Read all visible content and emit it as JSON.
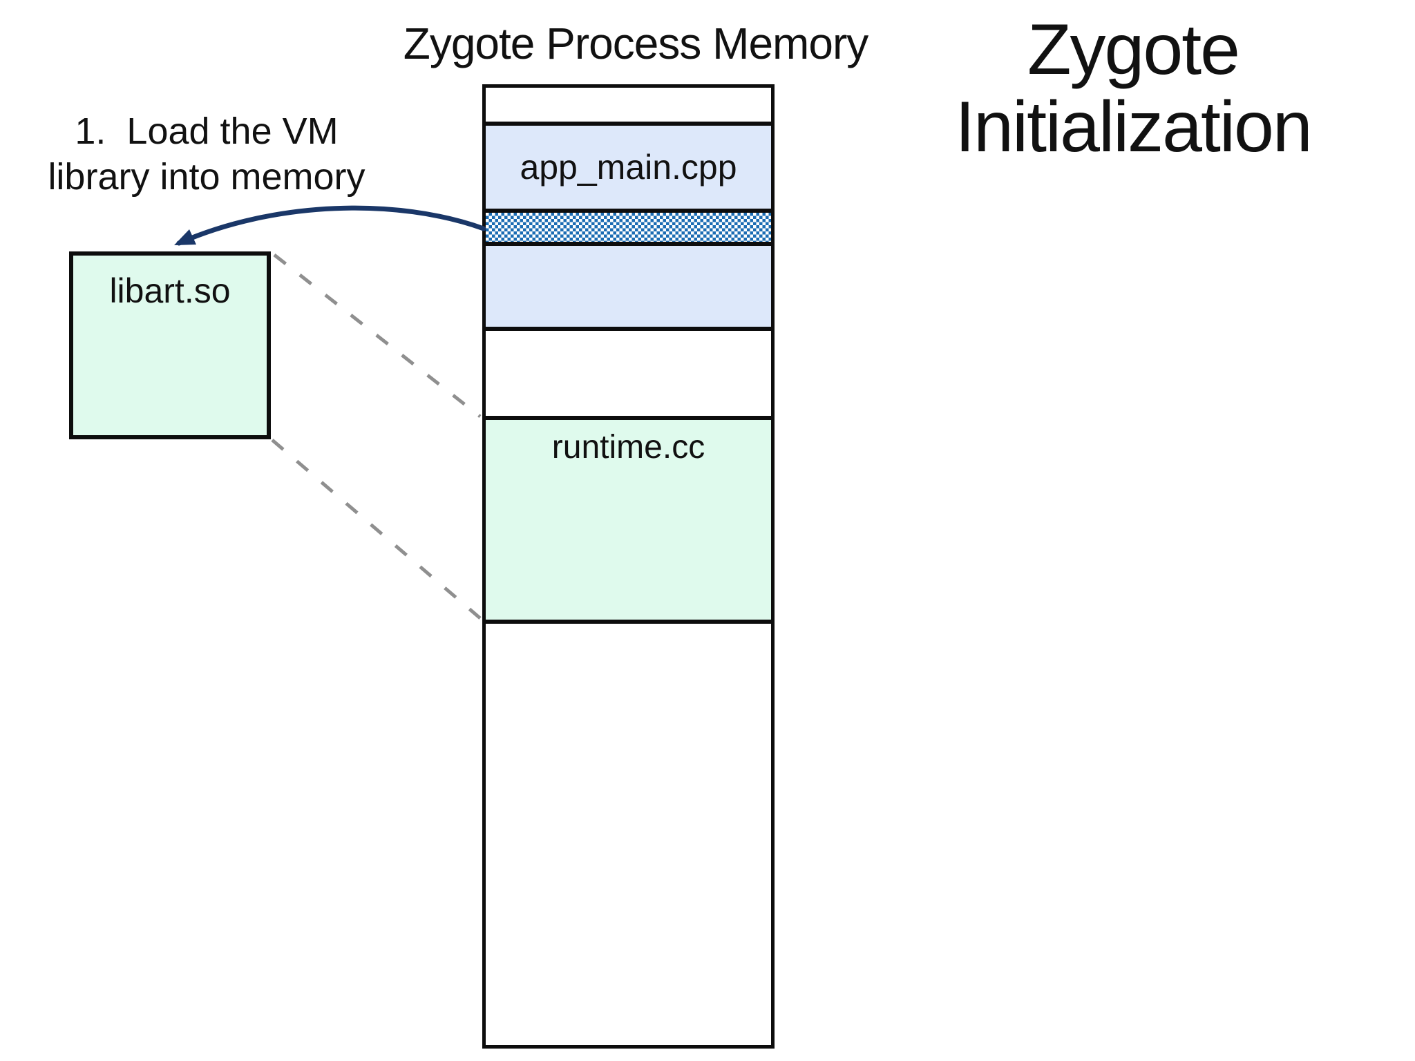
{
  "slide_title": {
    "lines": [
      "Zygote",
      "Initialization"
    ]
  },
  "memory_column": {
    "title": "Zygote Process Memory",
    "segments": [
      {
        "label": "",
        "type": "unlabeled-white"
      },
      {
        "label": "app_main.cpp",
        "type": "code-region-blue"
      },
      {
        "label": "",
        "type": "hatched-blue-region"
      },
      {
        "label": "",
        "type": "code-region-blue"
      },
      {
        "label": "",
        "type": "unlabeled-white"
      },
      {
        "label": "runtime.cc",
        "type": "library-region-green"
      },
      {
        "label": "",
        "type": "unlabeled-white"
      }
    ]
  },
  "annotation": {
    "lines": [
      "1.  Load the VM",
      "library into memory"
    ]
  },
  "library_box": {
    "label": "libart.so"
  },
  "colors": {
    "band_blue": "#dde8fa",
    "band_green": "#dffaed",
    "hatch_blue": "#1b6cb3",
    "arrow_navy": "#1a3768",
    "dash_gray": "#8f8f8f",
    "border_black": "#0d0d0d",
    "text_black": "#111111"
  }
}
